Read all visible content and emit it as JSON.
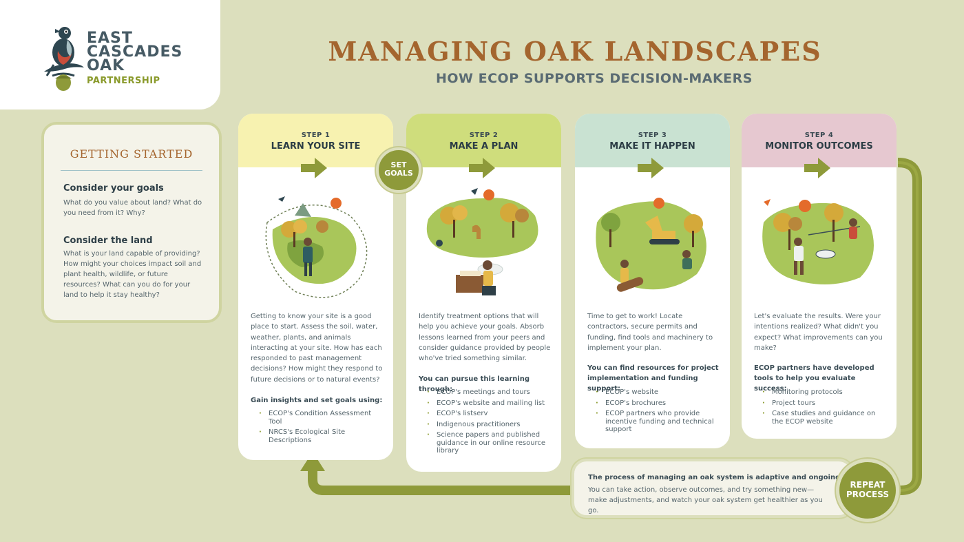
{
  "logo": {
    "line1": "EAST",
    "line2": "CASCADES",
    "line3": "OAK",
    "line4": "PARTNERSHIP"
  },
  "header": {
    "title": "MANAGING OAK LANDSCAPES",
    "subtitle": "HOW ECOP SUPPORTS DECISION-MAKERS"
  },
  "getting_started": {
    "title": "GETTING STARTED",
    "goals_heading": "Consider your goals",
    "goals_text": "What do you value about land? What do you need from it? Why?",
    "land_heading": "Consider the land",
    "land_text": "What is your land capable of providing? How might your choices impact soil and plant health, wildlife, or future resources? What can you do for your land to help it stay healthy?"
  },
  "set_goals": {
    "label": "SET GOALS"
  },
  "steps": [
    {
      "num": "STEP 1",
      "name": "LEARN YOUR SITE",
      "body": "Getting to know your site is a good place to start. Assess the soil, water, weather, plants, and animals interacting at your site. How has each responded to past management decisions? How might they respond to future decisions or to natural events?",
      "lead": "Gain insights and set goals using:",
      "items": [
        "ECOP's Condition Assessment Tool",
        "NRCS's Ecological Site Descriptions"
      ]
    },
    {
      "num": "STEP 2",
      "name": "MAKE A PLAN",
      "body": "Identify treatment options that will help you achieve your goals. Absorb lessons learned from your peers and consider guidance provided by people who've tried something similar.",
      "lead": "You can pursue this learning through:",
      "items": [
        "ECOP's meetings and tours",
        "ECOP's website and mailing list",
        "ECOP's listserv",
        "Indigenous practitioners",
        "Science papers and published guidance in our online resource library"
      ]
    },
    {
      "num": "STEP 3",
      "name": "MAKE IT HAPPEN",
      "body": "Time to get to work! Locate contractors, secure permits and funding, find tools and machinery to implement your plan.",
      "lead": "You can find resources for project implementation and funding support:",
      "items": [
        "ECOP's website",
        "ECOP's brochures",
        "ECOP partners who provide incentive funding and technical support"
      ]
    },
    {
      "num": "STEP 4",
      "name": "MONITOR OUTCOMES",
      "body": "Let's evaluate the results. Were your intentions realized? What didn't you expect? What improvements can you make?",
      "lead": "ECOP partners have developed tools to help you evaluate success:",
      "items": [
        "Monitoring protocols",
        "Project tours",
        "Case studies and guidance on the ECOP website"
      ]
    }
  ],
  "repeat": {
    "lead": "The process of managing an oak system is adaptive and ongoing.",
    "text": "You can take action, observe outcomes, and try something new—make adjustments, and watch your oak system get healthier as you go.",
    "label": "REPEAT PROCESS"
  },
  "colors": {
    "background": "#dcdfbd",
    "title": "#a4652e",
    "accent_green": "#8e9a3a",
    "step1": "#f7f2b0",
    "step2": "#cfdd7c",
    "step3": "#c9e2d2",
    "step4": "#e6c8d0"
  }
}
